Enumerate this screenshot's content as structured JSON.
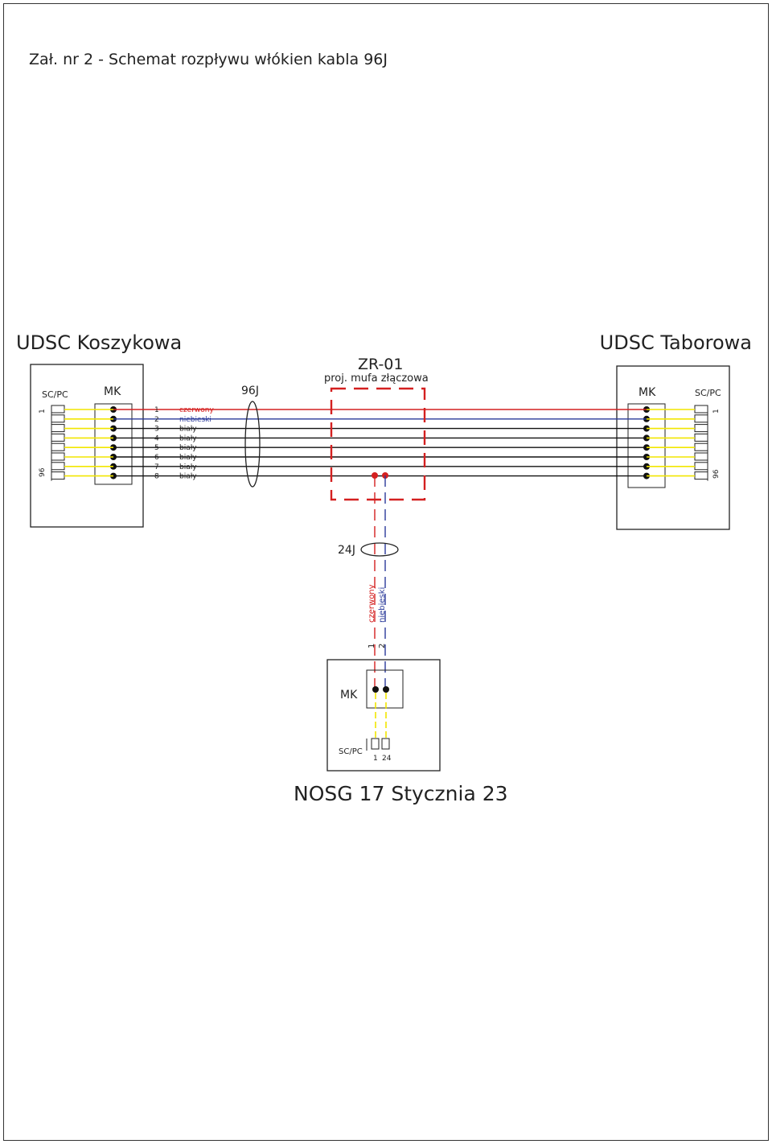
{
  "page": {
    "heading": "Zał. nr 2 - Schemat rozpływu włókien kabla 96J",
    "footer": "NOSG 17 Stycznia 23"
  },
  "left_station": {
    "title": "UDSC Koszykowa",
    "connector_label": "SC/PC",
    "mk_label": "MK",
    "port_first": "1",
    "port_last": "96"
  },
  "right_station": {
    "title": "UDSC Taborowa",
    "connector_label": "SC/PC",
    "mk_label": "MK",
    "port_first": "1",
    "port_last": "96"
  },
  "main_cable": {
    "label": "96J",
    "fibers": [
      {
        "num": "1",
        "color": "czerwony"
      },
      {
        "num": "2",
        "color": "niebieski"
      },
      {
        "num": "3",
        "color": "biały"
      },
      {
        "num": "4",
        "color": "biały"
      },
      {
        "num": "5",
        "color": "biały"
      },
      {
        "num": "6",
        "color": "biały"
      },
      {
        "num": "7",
        "color": "biały"
      },
      {
        "num": "8",
        "color": "biały"
      }
    ]
  },
  "splice": {
    "id": "ZR-01",
    "description": "proj. mufa złączowa"
  },
  "branch_cable": {
    "label": "24J",
    "fibers": [
      {
        "num": "1",
        "color": "czerwony"
      },
      {
        "num": "2",
        "color": "niebieski"
      }
    ]
  },
  "bottom_station": {
    "mk_label": "MK",
    "connector_label": "SC/PC",
    "port_first": "1",
    "port_last": "24"
  },
  "colors": {
    "red": "#d42020",
    "blue": "#2a3a9a",
    "yellow": "#f2e600",
    "black": "#111111"
  }
}
